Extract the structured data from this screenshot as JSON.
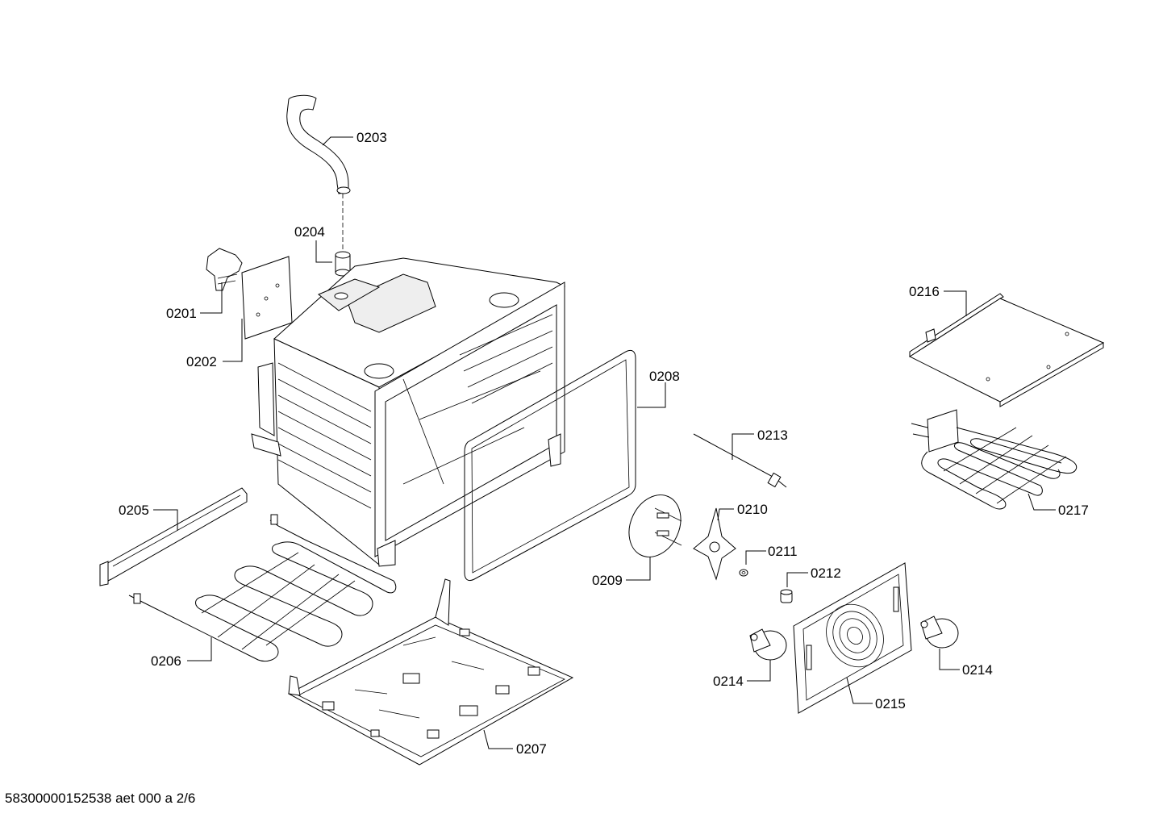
{
  "document": {
    "id_text": "58300000152538 aet 000 a 2/6"
  },
  "parts": [
    {
      "id": "p0201",
      "label": "0201"
    },
    {
      "id": "p0202",
      "label": "0202"
    },
    {
      "id": "p0203",
      "label": "0203"
    },
    {
      "id": "p0204",
      "label": "0204"
    },
    {
      "id": "p0205",
      "label": "0205"
    },
    {
      "id": "p0206",
      "label": "0206"
    },
    {
      "id": "p0207",
      "label": "0207"
    },
    {
      "id": "p0208",
      "label": "0208"
    },
    {
      "id": "p0209",
      "label": "0209"
    },
    {
      "id": "p0210",
      "label": "0210"
    },
    {
      "id": "p0211",
      "label": "0211"
    },
    {
      "id": "p0212",
      "label": "0212"
    },
    {
      "id": "p0213",
      "label": "0213"
    },
    {
      "id": "p0214a",
      "label": "0214"
    },
    {
      "id": "p0214b",
      "label": "0214"
    },
    {
      "id": "p0215",
      "label": "0215"
    },
    {
      "id": "p0216",
      "label": "0216"
    },
    {
      "id": "p0217",
      "label": "0217"
    }
  ]
}
